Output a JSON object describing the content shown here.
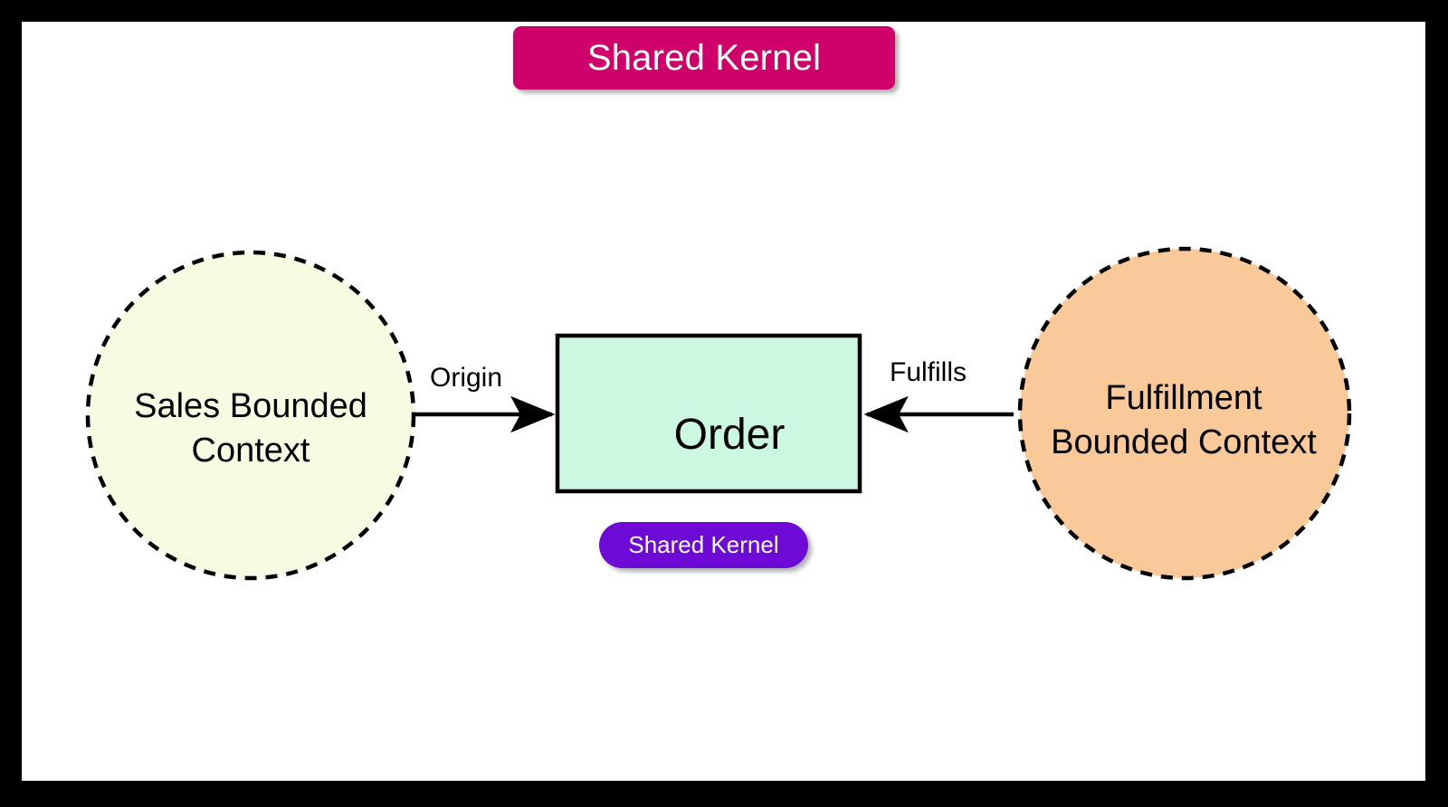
{
  "diagram": {
    "title_badge": {
      "label": "Shared Kernel",
      "color": "#D0006B",
      "text_color": "#FFFFFF"
    },
    "pill_badge": {
      "label": "Shared Kernel",
      "color": "#6D0AD6",
      "text_color": "#FFFFFF"
    },
    "nodes": [
      {
        "id": "sales-bounded-context",
        "shape": "circle-dashed",
        "line1": "Sales Bounded",
        "line2": "Context",
        "fill": "#F7FBE1",
        "stroke": "#000000"
      },
      {
        "id": "order",
        "shape": "rectangle",
        "label": "Order",
        "fill": "#CCF7E0",
        "stroke": "#000000"
      },
      {
        "id": "fulfillment-bounded-context",
        "shape": "circle-dashed",
        "line1": "Fulfillment",
        "line2": "Bounded Context",
        "fill": "#FAC99A",
        "stroke": "#000000"
      }
    ],
    "edges": [
      {
        "id": "origin-edge",
        "label": "Origin",
        "from": "sales-bounded-context",
        "to": "order",
        "direction": "right"
      },
      {
        "id": "fulfills-edge",
        "label": "Fulfills",
        "from": "fulfillment-bounded-context",
        "to": "order",
        "direction": "left"
      }
    ],
    "canvas": {
      "background": "#FFFFFF",
      "frame_color": "#000000"
    }
  }
}
